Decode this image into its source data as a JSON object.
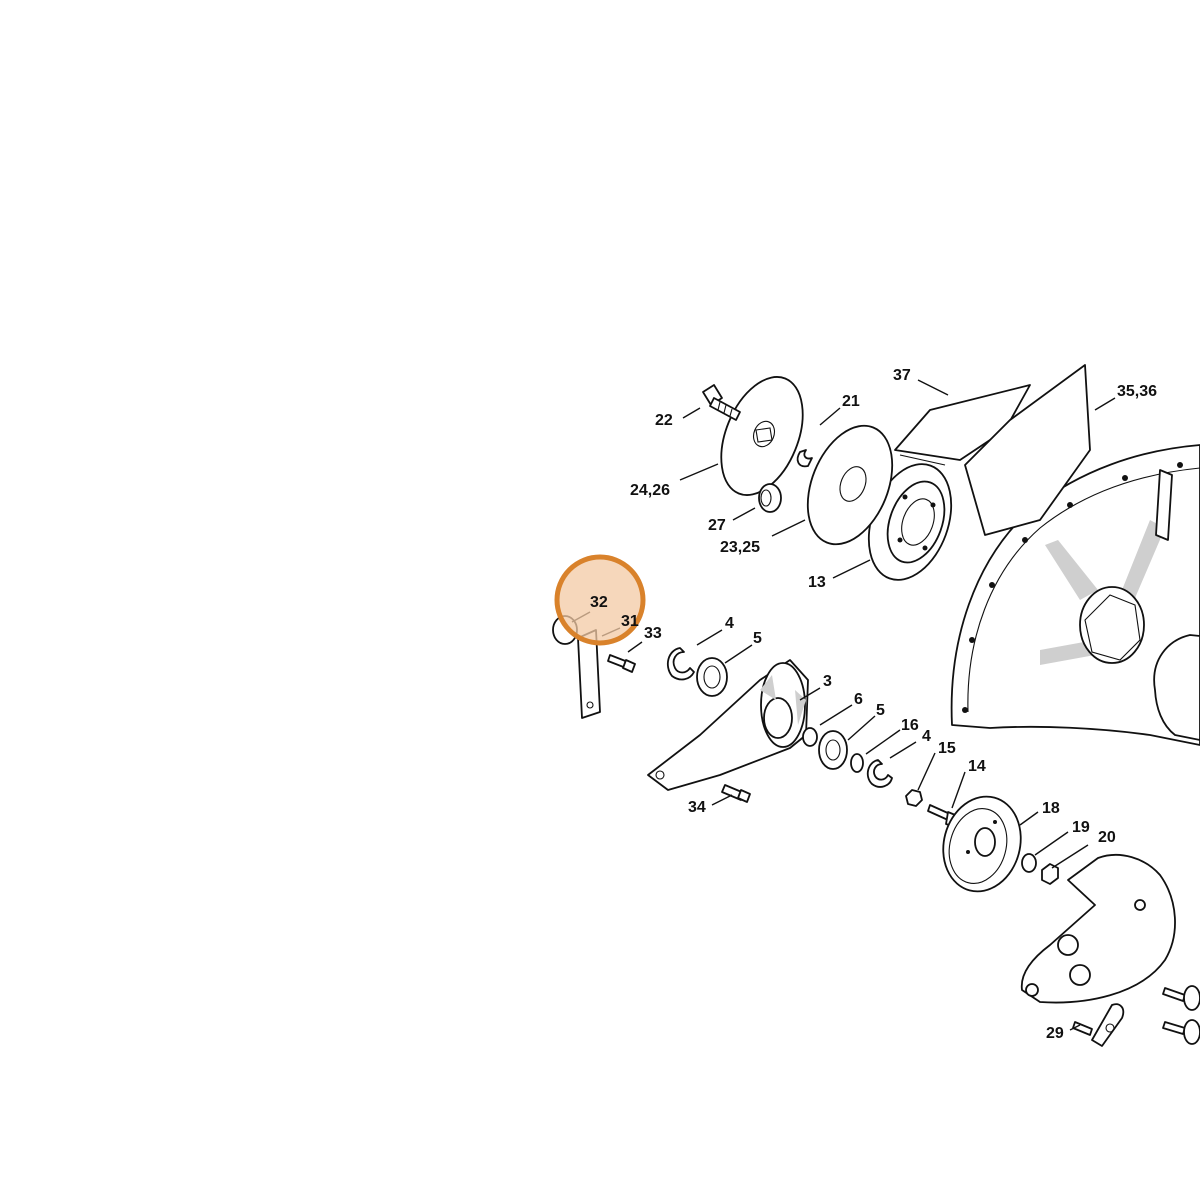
{
  "diagram": {
    "highlight_color": "#d9822b",
    "highlight_fill": "#f3c9a4",
    "highlighted_part": "32",
    "labels": {
      "l37": "37",
      "l3536": "35,36",
      "l22": "22",
      "l21": "21",
      "l2426": "24,26",
      "l27": "27",
      "l2325": "23,25",
      "l13": "13",
      "l32": "32",
      "l31": "31",
      "l33": "33",
      "l4a": "4",
      "l5a": "5",
      "l3": "3",
      "l6": "6",
      "l5b": "5",
      "l16": "16",
      "l4b": "4",
      "l15": "15",
      "l14": "14",
      "l34": "34",
      "l18": "18",
      "l19": "19",
      "l20": "20",
      "l29": "29"
    }
  }
}
